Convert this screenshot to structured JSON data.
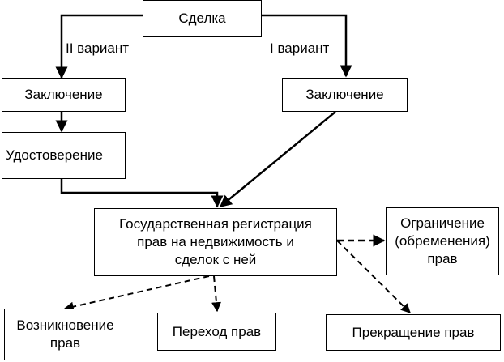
{
  "boxes": {
    "deal": "Сделка",
    "conclusion_left": "Заключение",
    "certification": "Удостоверение",
    "conclusion_right": "Заключение",
    "registration": "Государственная регистрация\nправ на недвижимость и\nсделок с ней",
    "restriction": "Ограничение\n(обременения)\nправ",
    "origination": "Возникновение\nправ",
    "transfer": "Переход прав",
    "termination": "Прекращение прав"
  },
  "labels": {
    "variant_2": "II вариант",
    "variant_1": "I вариант"
  }
}
